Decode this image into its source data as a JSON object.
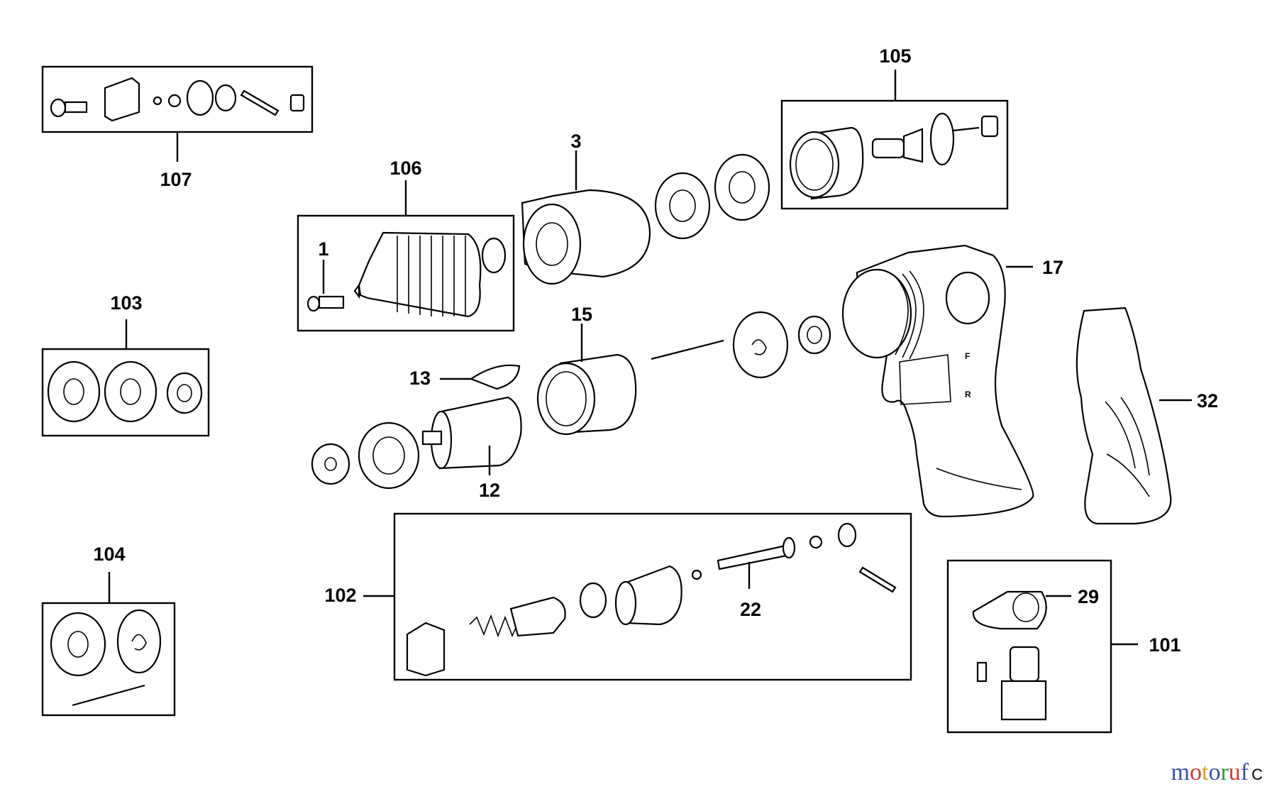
{
  "labels": {
    "p1": "1",
    "p3": "3",
    "p12": "12",
    "p13": "13",
    "p15": "15",
    "p17": "17",
    "p22": "22",
    "p29": "29",
    "p32": "32",
    "p101": "101",
    "p102": "102",
    "p103": "103",
    "p104": "104",
    "p105": "105",
    "p106": "106",
    "p107": "107"
  },
  "switch_marks": {
    "forward": "F",
    "reverse": "R"
  },
  "watermark": {
    "letters": [
      "m",
      "o",
      "t",
      "o",
      "r",
      "u",
      "f"
    ],
    "colors": [
      "#3a4fb0",
      "#d23a2a",
      "#e0a020",
      "#3a4fb0",
      "#2e9a3e",
      "#d23a2a",
      "#3a4fb0"
    ],
    "suffix": "C"
  }
}
